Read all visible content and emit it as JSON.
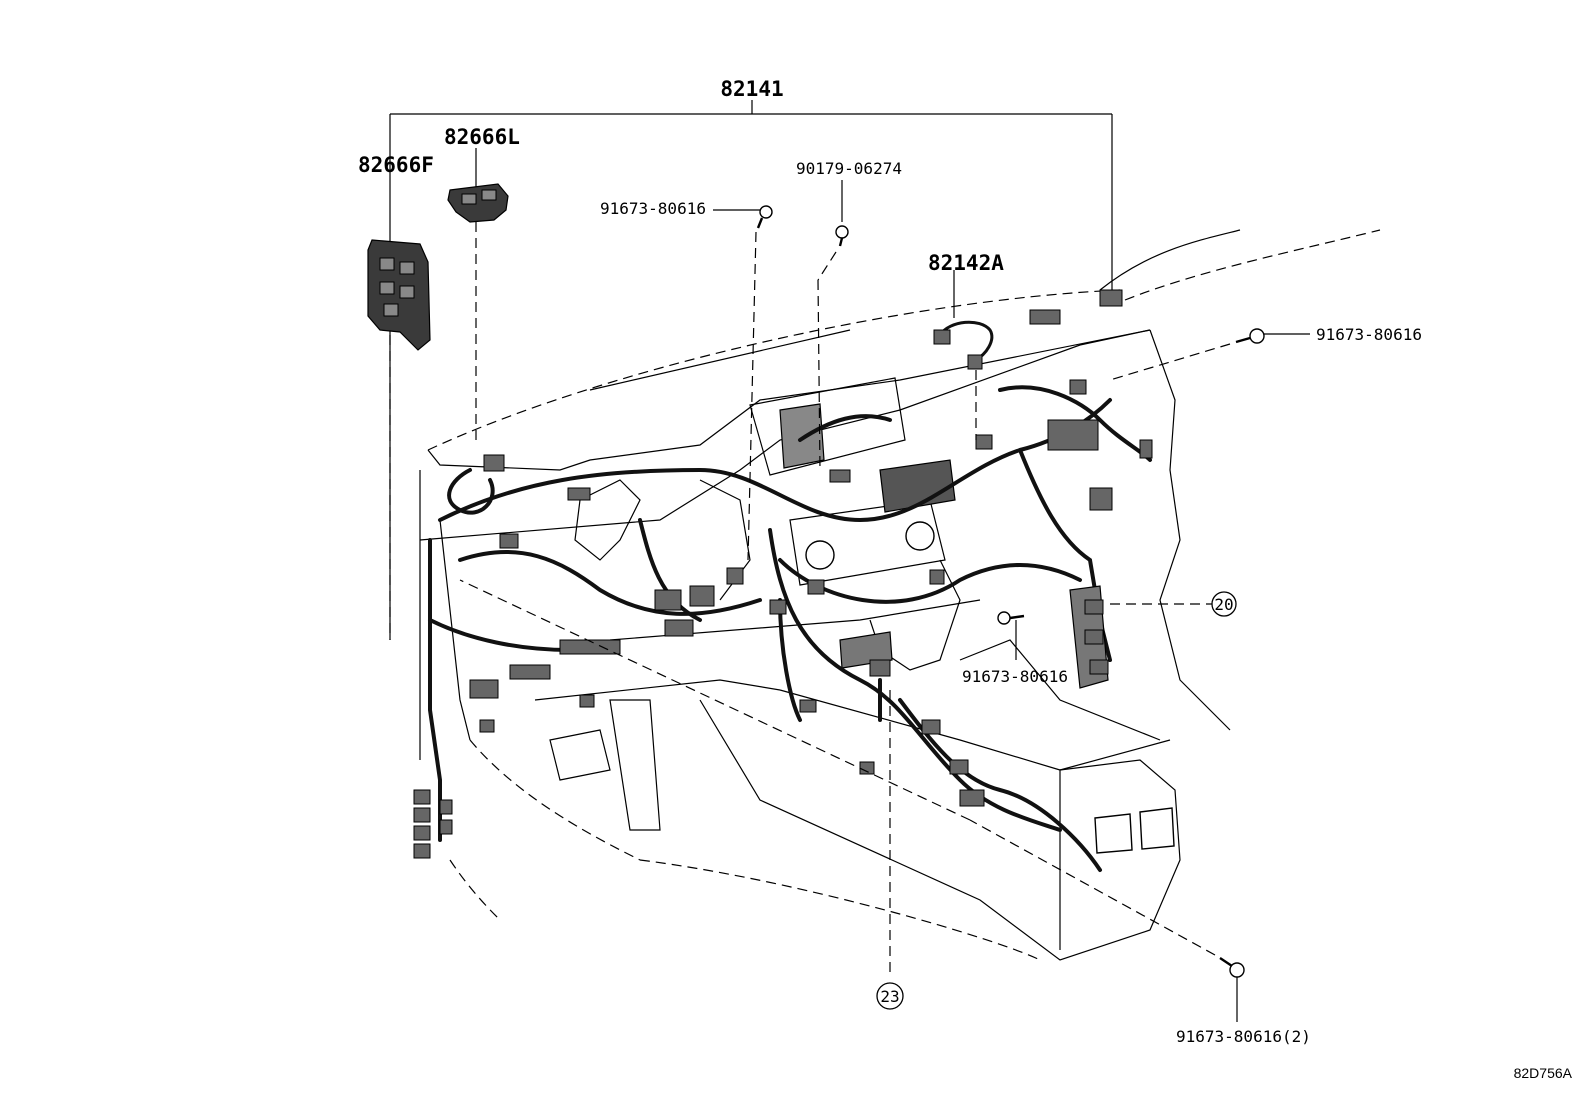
{
  "diagram": {
    "part_labels": {
      "harness_main": "82141",
      "block_left": "82666L",
      "block_front": "82666F",
      "bolt_top": "91673-80616",
      "clip_top": "90179-06274",
      "harness_sub": "82142A",
      "bolt_right": "91673-80616",
      "bolt_mid": "91673-80616",
      "bolt_bottom": "91673-80616(2)"
    },
    "callouts": {
      "ref_20": "20",
      "ref_23": "23"
    },
    "diagram_code": "82D756A"
  }
}
